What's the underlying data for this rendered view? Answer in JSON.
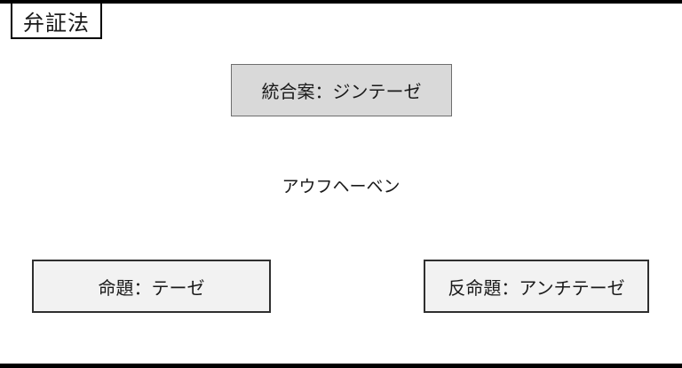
{
  "page": {
    "background_color": "#ffffff",
    "edge_bar_color": "#000000",
    "text_color": "#1a1a1a"
  },
  "title": {
    "label": "弁証法",
    "fill": "#ffffff",
    "border_color": "#000000"
  },
  "diagram": {
    "synthesis_box": {
      "label": "統合案：ジンテーゼ",
      "fill": "#d9d9d9",
      "border_color": "#6e6e6e"
    },
    "aufheben_label": {
      "label": "アウフヘーベン",
      "fill": "#ffffff"
    },
    "thesis_box": {
      "label": "命題：テーゼ",
      "fill": "#f2f2f2",
      "border_color": "#2f2f2f"
    },
    "antithesis_box": {
      "label": "反命題：アンチテーゼ",
      "fill": "#f2f2f2",
      "border_color": "#2f2f2f"
    }
  }
}
